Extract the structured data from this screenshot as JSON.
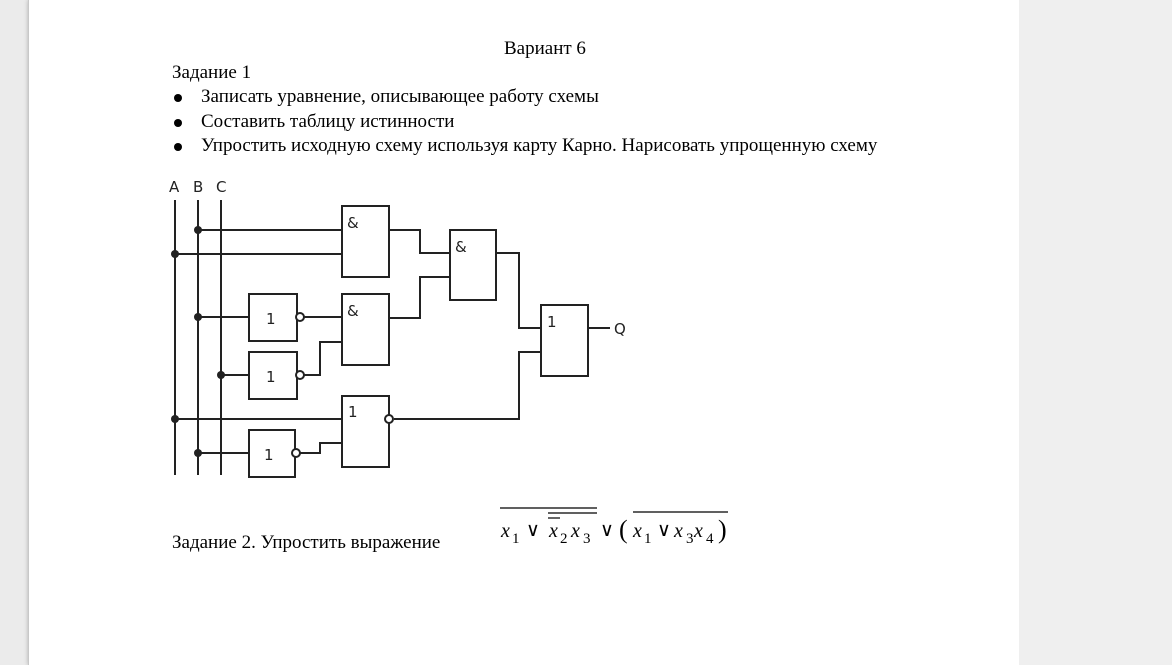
{
  "document": {
    "variant_title": "Вариант 6",
    "task1": {
      "heading": "Задание 1",
      "bullets": [
        "Записать уравнение, описывающее работу схемы",
        "Составить таблицу истинности",
        "Упростить исходную схему используя карту Карно. Нарисовать упрощенную схему"
      ]
    },
    "circuit": {
      "inputs": [
        "A",
        "B",
        "C"
      ],
      "output": "Q",
      "gate_labels": {
        "and": "&",
        "or": "1",
        "not": "1"
      }
    },
    "task2": {
      "text": "Задание 2. Упростить выражение",
      "formula": {
        "x": "x",
        "i1": "1",
        "i2": "2",
        "i3": "3",
        "i4": "4",
        "or": "∨",
        "open": "(",
        "close": ")"
      }
    }
  }
}
